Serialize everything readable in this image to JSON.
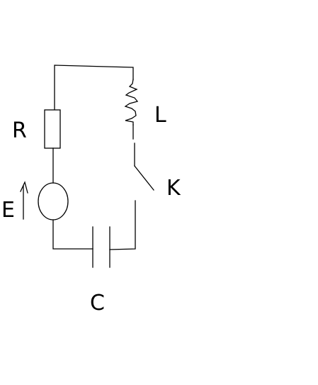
{
  "labels": {
    "resistor": "R",
    "inductor": "L",
    "source": "E",
    "switch": "K",
    "capacitor": "C"
  },
  "colors": {
    "stroke": "#000000",
    "background": "#ffffff"
  }
}
